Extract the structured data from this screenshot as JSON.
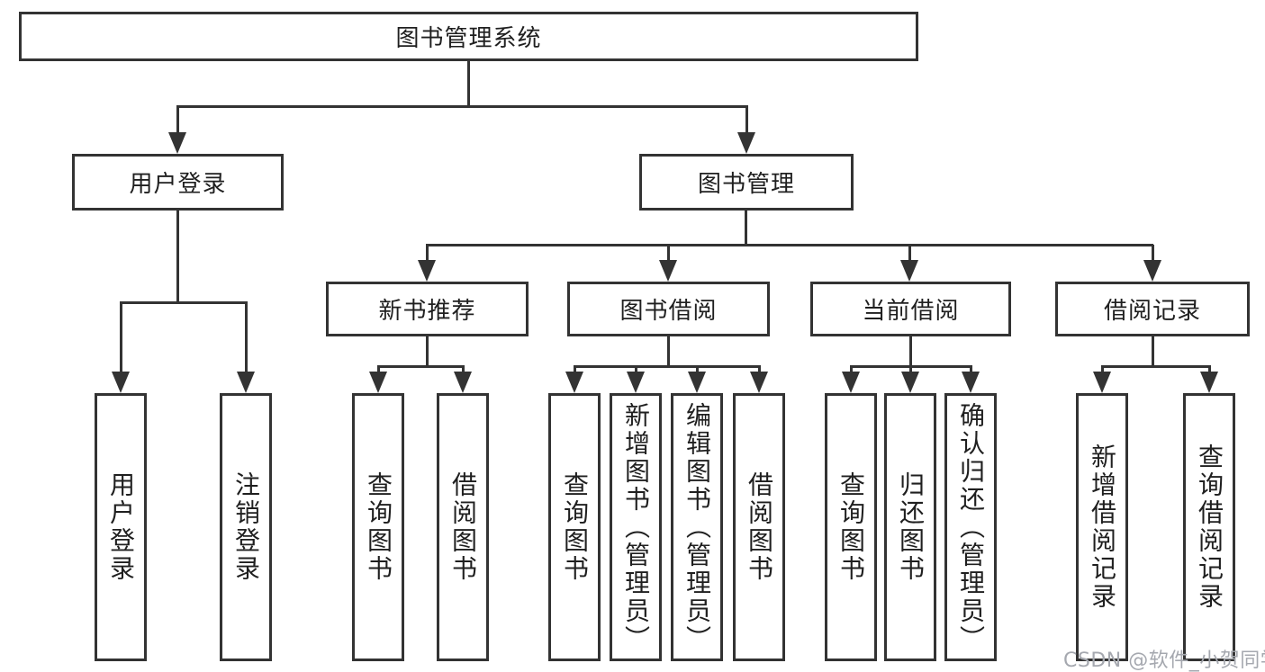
{
  "colors": {
    "line": "#333333",
    "text": "#1f1f1f",
    "box_background": "#ffffff",
    "watermark": "#a5a8af"
  },
  "watermark": {
    "text": "CSDN @软件_小贺同学"
  },
  "nodes": {
    "root": {
      "label": "图书管理系统"
    },
    "user_login_branch": {
      "label": "用户登录"
    },
    "book_management": {
      "label": "图书管理"
    },
    "new_book_recommend": {
      "label": "新书推荐"
    },
    "book_borrowing": {
      "label": "图书借阅"
    },
    "current_borrowing": {
      "label": "当前借阅"
    },
    "borrowing_records": {
      "label": "借阅记录"
    },
    "leaf_user_login": {
      "label": "用户登录"
    },
    "leaf_logout": {
      "label": "注销登录"
    },
    "leaf_nb_query_books": {
      "label": "查询图书"
    },
    "leaf_nb_borrow_books": {
      "label": "借阅图书"
    },
    "leaf_bb_query_books": {
      "label": "查询图书"
    },
    "leaf_bb_add_books": {
      "label": "新增图书（管理员）"
    },
    "leaf_bb_edit_books": {
      "label": "编辑图书（管理员）"
    },
    "leaf_bb_borrow_books": {
      "label": "借阅图书"
    },
    "leaf_cb_query_books": {
      "label": "查询图书"
    },
    "leaf_cb_return_books": {
      "label": "归还图书"
    },
    "leaf_cb_confirm_return": {
      "label": "确认归还（管理员）"
    },
    "leaf_br_add_record": {
      "label": "新增借阅记录"
    },
    "leaf_br_query_record": {
      "label": "查询借阅记录"
    }
  }
}
